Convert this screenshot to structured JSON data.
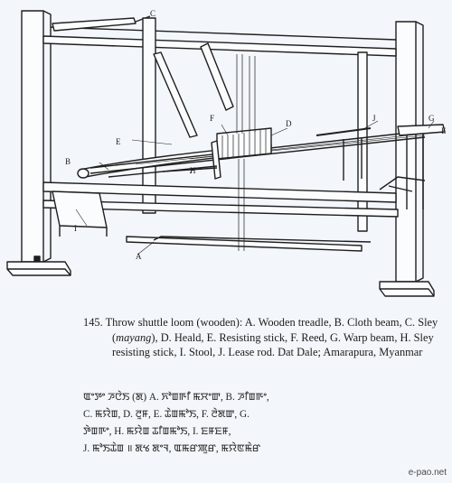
{
  "figure": {
    "labels": [
      "A",
      "B",
      "C",
      "D",
      "E",
      "E",
      "F",
      "G",
      "H",
      "I",
      "J"
    ]
  },
  "caption": {
    "number": "145.",
    "text_part1": "Throw shuttle loom (wooden): A. Wooden treadle, B. Cloth beam, C. Sley (",
    "term": "mayang",
    "text_part2": "), D. Heald, E. Resisting stick, F. Reed, G. Warp beam, H. Sley resisting stick, I. Stool, J. Lease rod. Dat Dale; Amarapura, Myanmar"
  },
  "script_caption": {
    "lines": [
      "ꯑꯦꯇꯦ ꯍꯅꯥꯏ (ꯗ) A. ꯈꯣꯡꯒꯤ ꯃꯆꯦꯛ, B. ꯍꯤꯡꯒꯦ,",
      "C. ꯃꯌꯥꯡ, D. ꯂꯨꯝ, E. ꯊꯥꯡꯃꯣꯏ, F. ꯂꯥꯗꯛ, G.",
      "ꯇꯥꯡꯒꯦ, H. ꯃꯌꯥꯡ ꯊꯤꯡꯃꯣꯏ, I. ꯐꯝꯐꯝ,",
      "J. ꯃꯣꯏꯊꯥꯡ ॥ ꯗꯠ ꯗꯦꯜ, ꯑꯃꯔꯄꯨꯔ, ꯃꯌꯥꯟꯃꯥꯔ"
    ]
  },
  "watermark": "e-pao.net"
}
